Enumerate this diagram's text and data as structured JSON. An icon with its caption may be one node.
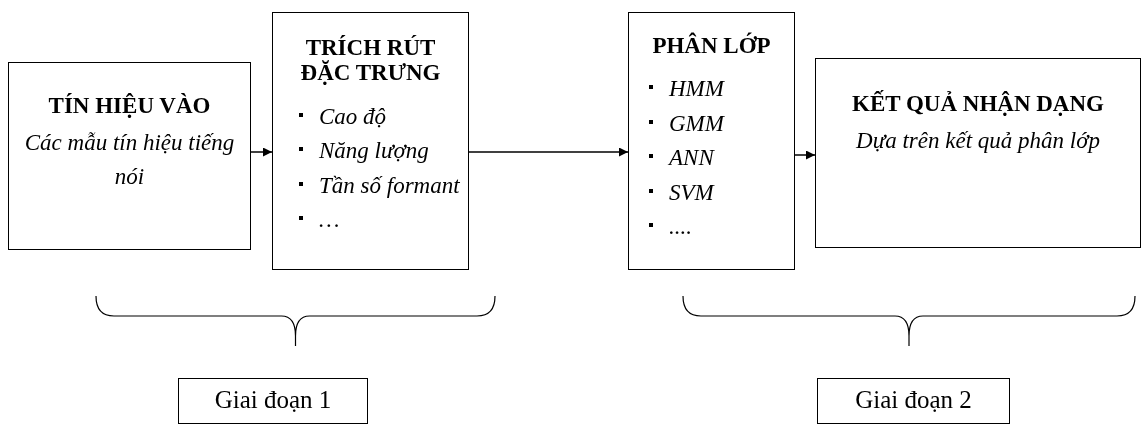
{
  "diagram": {
    "nodes": [
      {
        "text": [
          "TÍN HIỆU VÀO",
          "Các mẫu tín hiệu tiếng nói"
        ]
      },
      {
        "text": [
          "TRÍCH RÚT ĐẶC TRƯNG",
          "Cao độ",
          "Năng lượng",
          "Tần số formant",
          "…"
        ]
      },
      {
        "text": [
          "PHÂN LỚP",
          "HMM",
          "GMM",
          "ANN",
          "SVM",
          "...."
        ]
      },
      {
        "text": [
          "KẾT QUẢ NHẬN DẠNG",
          "Dựa trên kết quả phân lớp"
        ]
      },
      {
        "text": [
          "Giai đoạn 1"
        ]
      },
      {
        "text": [
          "Giai đoạn 2"
        ]
      }
    ],
    "edges": [
      {
        "from": 0,
        "to": 1,
        "arrow": "to"
      },
      {
        "from": 1,
        "to": 2,
        "arrow": "to"
      },
      {
        "from": 2,
        "to": 3,
        "arrow": "to"
      }
    ]
  }
}
